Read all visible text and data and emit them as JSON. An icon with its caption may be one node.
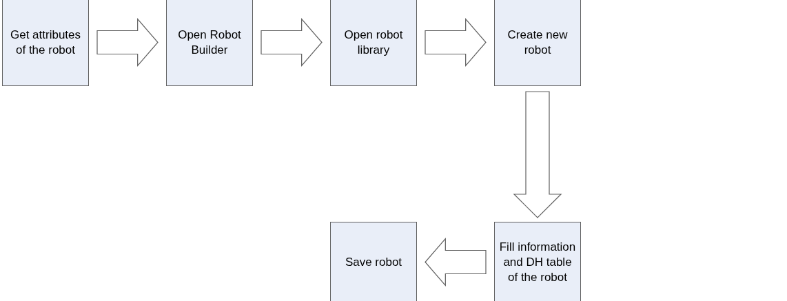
{
  "diagram": {
    "nodes": [
      {
        "text": [
          "Get attributes of the robot"
        ]
      },
      {
        "text": [
          "Open Robot Builder"
        ]
      },
      {
        "text": [
          "Open robot library"
        ]
      },
      {
        "text": [
          "Create new robot"
        ]
      },
      {
        "text": [
          "Fill information and DH table of the robot"
        ]
      },
      {
        "text": [
          "Save robot"
        ]
      }
    ],
    "edges": [
      {
        "from": 0,
        "to": 1,
        "arrow": "to"
      },
      {
        "from": 1,
        "to": 2,
        "arrow": "to"
      },
      {
        "from": 2,
        "to": 3,
        "arrow": "to"
      },
      {
        "from": 3,
        "to": 4,
        "arrow": "to"
      },
      {
        "from": 4,
        "to": 5,
        "arrow": "to"
      }
    ]
  }
}
